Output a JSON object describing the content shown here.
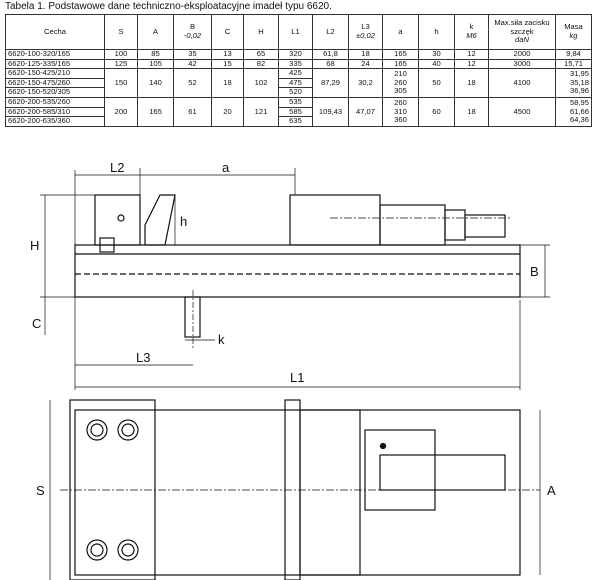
{
  "caption": "Tabela 1. Podstawowe dane techniczno-eksploatacyjne imadeł typu 6620.",
  "headers": [
    {
      "t": "Cecha"
    },
    {
      "t": "S"
    },
    {
      "t": "A"
    },
    {
      "t": "B",
      "s": "-0,02"
    },
    {
      "t": "C"
    },
    {
      "t": "H"
    },
    {
      "t": "L1"
    },
    {
      "t": "L2"
    },
    {
      "t": "L3",
      "s": "±0,02"
    },
    {
      "t": "a"
    },
    {
      "t": "h"
    },
    {
      "t": "k",
      "s": "M6"
    },
    {
      "t": "Max.siła zacisku szczęk",
      "s": "daN"
    },
    {
      "t": "Masa",
      "s": "kg"
    }
  ],
  "groups": [
    {
      "names": [
        "6620-100-320/165"
      ],
      "S": "100",
      "A": "85",
      "B": "35",
      "C": "13",
      "H": "65",
      "L1": [
        "320"
      ],
      "L2": "61,8",
      "L3": "18",
      "a": [
        "165"
      ],
      "h": "30",
      "k": "12",
      "F": "2000",
      "m": [
        "9,84"
      ]
    },
    {
      "names": [
        "6620-125-335/165"
      ],
      "S": "125",
      "A": "105",
      "B": "42",
      "C": "15",
      "H": "82",
      "L1": [
        "335"
      ],
      "L2": "68",
      "L3": "24",
      "a": [
        "165"
      ],
      "h": "40",
      "k": "12",
      "F": "3000",
      "m": [
        "15,71"
      ]
    },
    {
      "names": [
        "6620-150-425/210",
        "6620-150-475/260",
        "6620-150-520/305"
      ],
      "S": "150",
      "A": "140",
      "B": "52",
      "C": "18",
      "H": "102",
      "L1": [
        "425",
        "475",
        "520"
      ],
      "L2": "87,29",
      "L3": "30,2",
      "a": [
        "210",
        "260",
        "305"
      ],
      "h": "50",
      "k": "18",
      "F": "4100",
      "m": [
        "31,95",
        "35,18",
        "36,96"
      ]
    },
    {
      "names": [
        "6620-200-535/260",
        "6620-200-585/310",
        "6620-200-635/360"
      ],
      "S": "200",
      "A": "165",
      "B": "61",
      "C": "20",
      "H": "121",
      "L1": [
        "535",
        "585",
        "635"
      ],
      "L2": "109,43",
      "L3": "47,07",
      "a": [
        "260",
        "310",
        "360"
      ],
      "h": "60",
      "k": "18",
      "F": "4500",
      "m": [
        "58,95",
        "61,66",
        "64,36"
      ]
    }
  ],
  "drawing": {
    "L2": "L2",
    "a": "a",
    "H": "H",
    "h": "h",
    "B": "B",
    "C": "C",
    "k": "k",
    "L3": "L3",
    "L1": "L1",
    "S": "S",
    "A": "A"
  }
}
